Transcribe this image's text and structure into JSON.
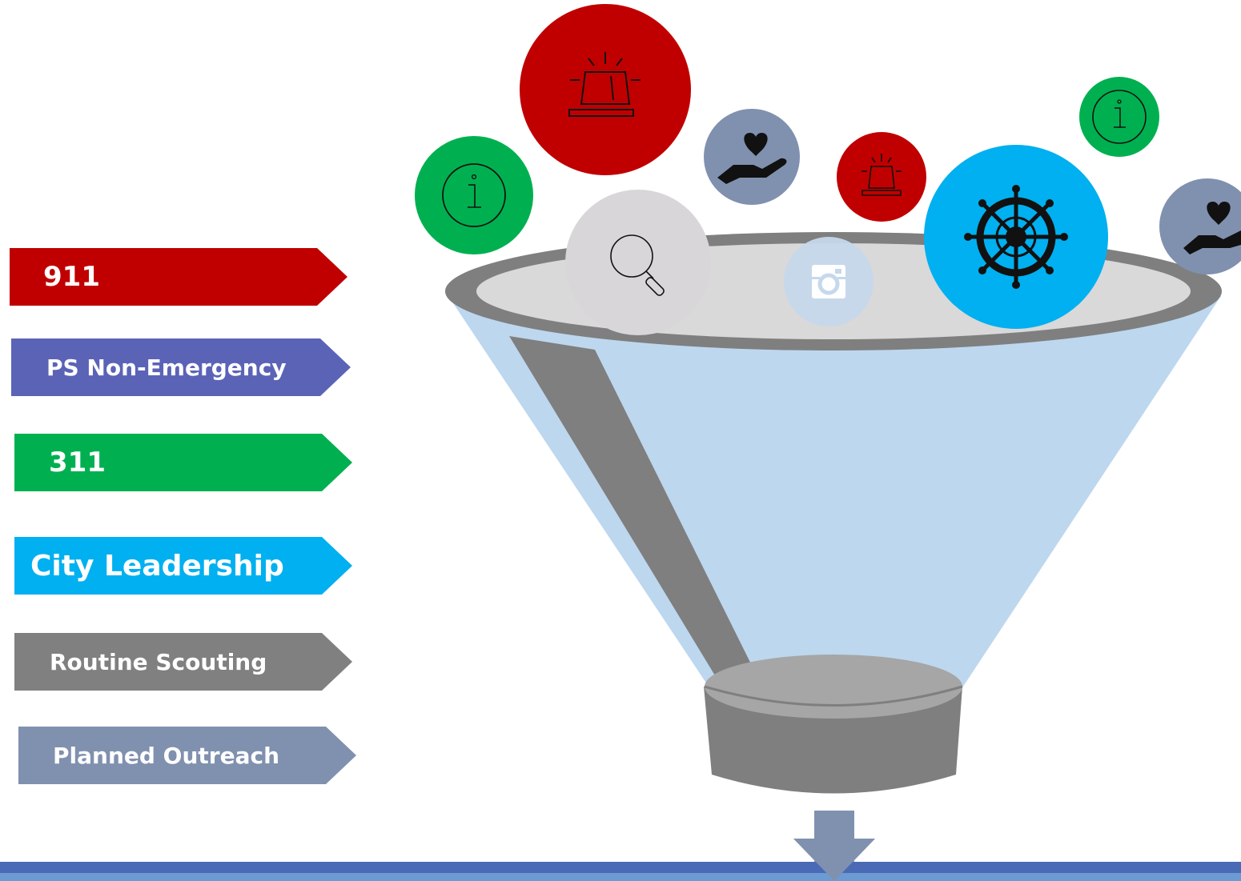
{
  "sources": [
    {
      "id": "911",
      "label": "911",
      "color": "#C00000"
    },
    {
      "id": "ps",
      "label": "PS Non-Emergency",
      "color": "#5B63B7"
    },
    {
      "id": "311",
      "label": "311",
      "color": "#00B050"
    },
    {
      "id": "city",
      "label": "City Leadership",
      "color": "#00B0F0"
    },
    {
      "id": "scout",
      "label": "Routine Scouting",
      "color": "#808080"
    },
    {
      "id": "outreach",
      "label": "Planned Outreach",
      "color": "#8091AF"
    }
  ],
  "icons": {
    "alarm": "alarm-light-icon",
    "info": "info-icon",
    "care": "heart-in-hand-icon",
    "search": "magnifier-icon",
    "social": "instagram-icon",
    "leadership": "ship-wheel-icon"
  },
  "funnel_colors": {
    "rim": "#7f7f7f",
    "mouth": "#d9d9d9",
    "body": "#bdd7ee",
    "spout": "#7f7f7f",
    "spout_top": "#a6a6a6",
    "arrow": "#8091AF",
    "band_top": "#4A6AB5",
    "band_bottom": "#6C9BD3"
  }
}
